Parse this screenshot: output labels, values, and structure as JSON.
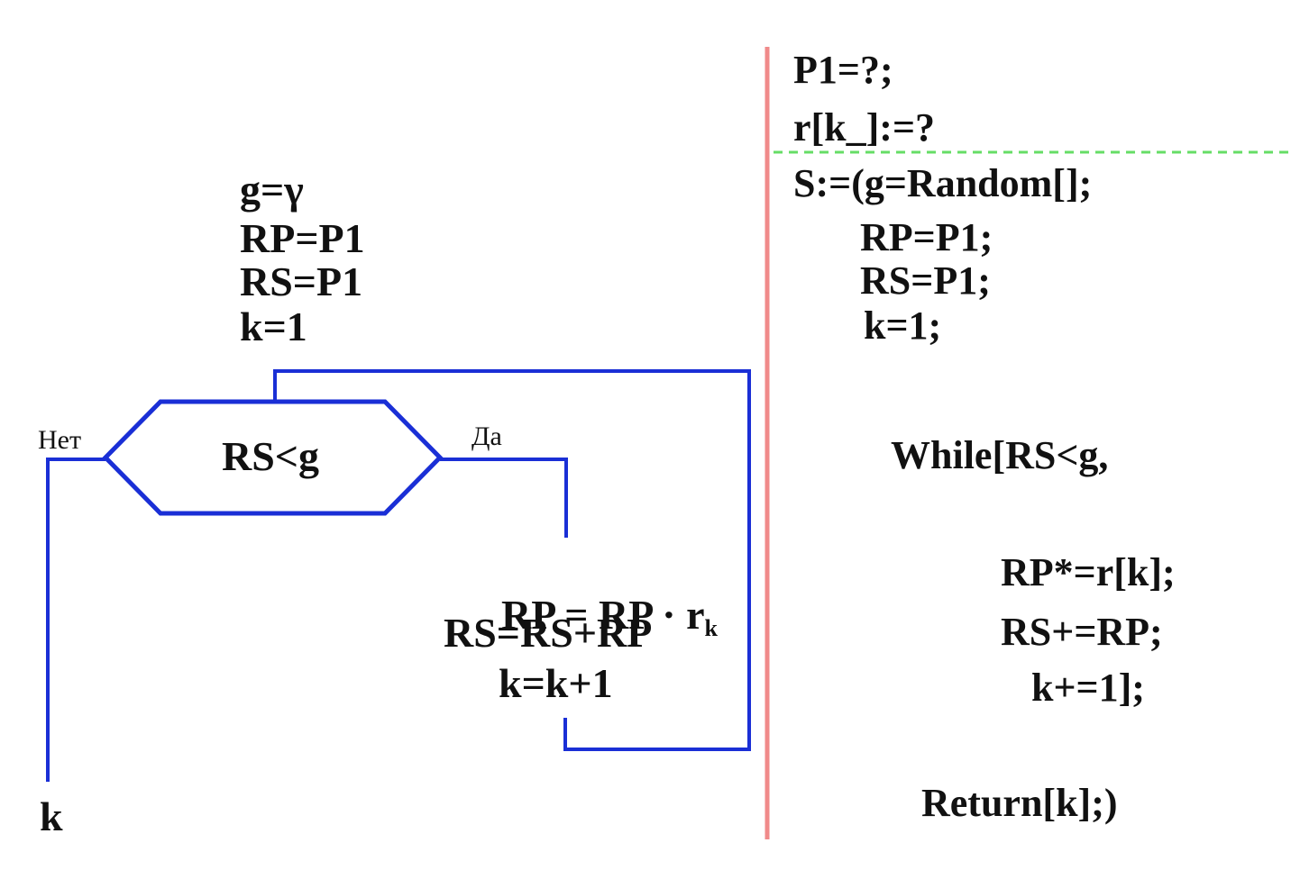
{
  "colors": {
    "flow_lines": "#1a2fd6",
    "separator": "#f08a8a",
    "dashed_divider": "#66dd66",
    "text": "#111111"
  },
  "flowchart": {
    "init": [
      "g=γ",
      "RP=P1",
      "RS=P1",
      "k=1"
    ],
    "condition": "RS<g",
    "no_label": "Нет",
    "yes_label": "Да",
    "body": {
      "line1_main": "RP = RP · r",
      "line1_sub": "k",
      "line2": "RS=RS+RP",
      "line3": "k=k+1"
    },
    "output": "k"
  },
  "code": {
    "header": [
      "P1=?;",
      "r[k_]:=?"
    ],
    "lines": [
      "S:=(g=Random[];",
      "RP=P1;",
      "RS=P1;",
      "k=1;",
      "While[RS<g,",
      "RP*=r[k];",
      "RS+=RP;",
      "k+=1];",
      "Return[k];)"
    ]
  }
}
